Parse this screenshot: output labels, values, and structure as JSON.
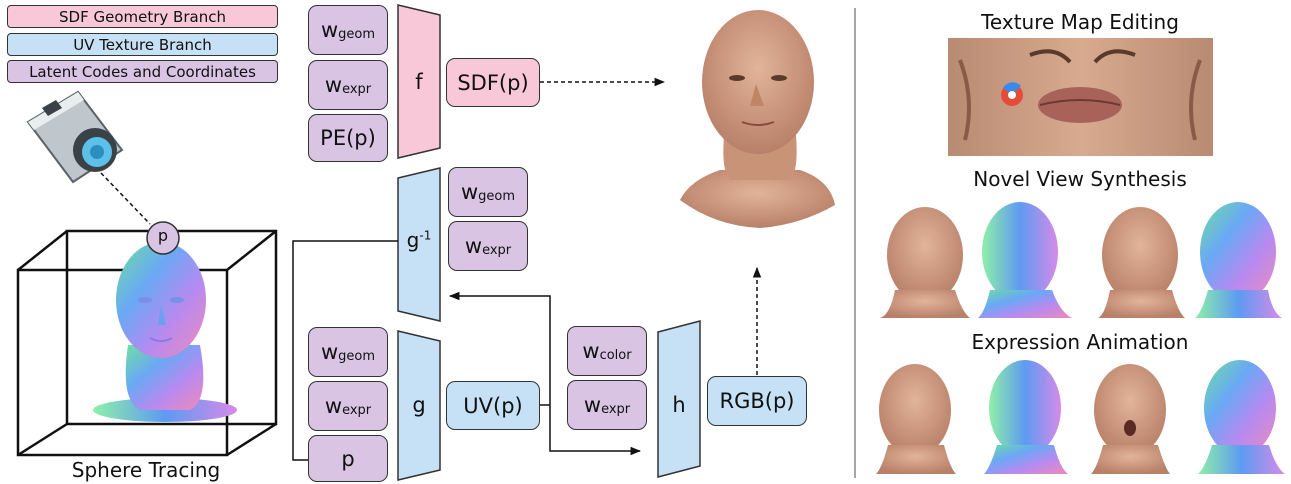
{
  "legend": {
    "sdf": "SDF Geometry Branch",
    "uv": "UV Texture Branch",
    "latent": "Latent Codes and Coordinates"
  },
  "left": {
    "point_label": "p",
    "sphere_tracing": "Sphere Tracing"
  },
  "inputs_f": {
    "w_base_1": "w",
    "w_sub_1": "geom",
    "w_base_2": "w",
    "w_sub_2": "expr",
    "pe": "PE(p)"
  },
  "network_f": {
    "label": "f"
  },
  "sdf_out": {
    "label": "SDF(p)"
  },
  "network_ginv": {
    "label": "g",
    "sup": "-1"
  },
  "inputs_ginv": {
    "w_base_1": "w",
    "w_sub_1": "geom",
    "w_base_2": "w",
    "w_sub_2": "expr"
  },
  "inputs_g": {
    "w_base_1": "w",
    "w_sub_1": "geom",
    "w_base_2": "w",
    "w_sub_2": "expr",
    "p": "p"
  },
  "network_g": {
    "label": "g"
  },
  "uv_out": {
    "label": "UV(p)"
  },
  "inputs_h": {
    "w_base_1": "w",
    "w_sub_1": "color",
    "w_base_2": "w",
    "w_sub_2": "expr"
  },
  "network_h": {
    "label": "h"
  },
  "rgb_out": {
    "label": "RGB(p)"
  },
  "right": {
    "texture_title": "Texture Map Editing",
    "novel_title": "Novel View Synthesis",
    "expression_title": "Expression Animation"
  },
  "colors": {
    "sdf": "#f8c8d8",
    "uv": "#c6e0f5",
    "latent": "#d9c4e4"
  }
}
